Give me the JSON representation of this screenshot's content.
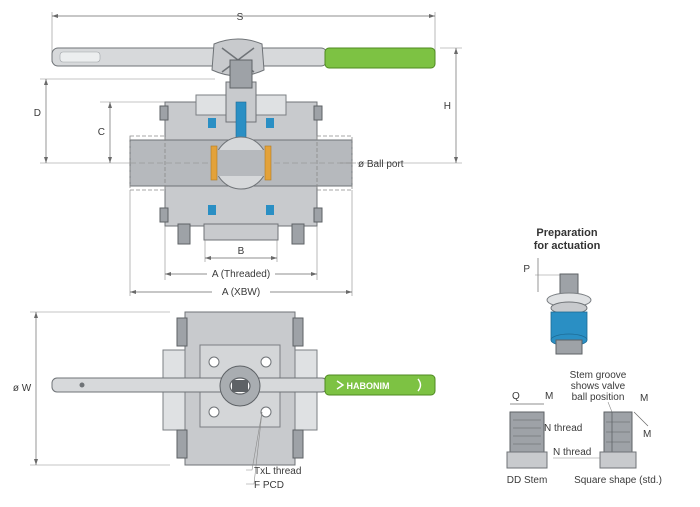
{
  "labels": {
    "s": "S",
    "h": "H",
    "d": "D",
    "c": "C",
    "ball_port": "ø Ball port",
    "b": "B",
    "a_threaded": "A (Threaded)",
    "a_xbw": "A (XBW)",
    "w": "ø W",
    "txl_thread": "TxL thread",
    "f_pcd": "F PCD",
    "brand": "HABONIM",
    "prep_title_line1": "Preparation",
    "prep_title_line2": "for actuation",
    "p": "P",
    "stem_groove_line1": "Stem groove",
    "stem_groove_line2": "shows valve",
    "stem_groove_line3": "ball position",
    "q": "Q",
    "m_left": "M",
    "n_thread_left": "N thread",
    "dd_stem": "DD Stem",
    "m_right_top": "M",
    "m_right_side": "M",
    "n_thread_right": "N thread",
    "square_shape": "Square shape (std.)"
  },
  "colors": {
    "handle_green": "#7dc243",
    "body_grey": "#c8cacd",
    "seal_blue": "#2a8fc4",
    "seat_orange": "#e3a23a"
  }
}
